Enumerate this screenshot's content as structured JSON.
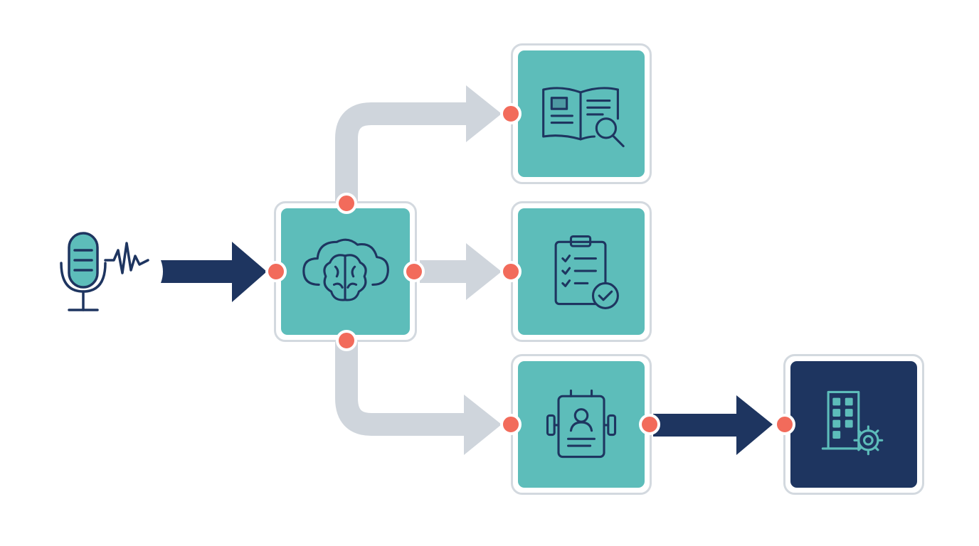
{
  "colors": {
    "teal": "#5dbdba",
    "navy": "#1e3560",
    "connector_gray": "#cfd5dc",
    "node_border": "#d3d9df",
    "port_red": "#f26b5b"
  },
  "nodes": [
    {
      "id": "voice-input",
      "icon": "microphone-waveform-icon"
    },
    {
      "id": "ai-brain",
      "icon": "cloud-brain-icon"
    },
    {
      "id": "knowledge",
      "icon": "book-search-icon"
    },
    {
      "id": "checklist",
      "icon": "clipboard-check-icon"
    },
    {
      "id": "profile",
      "icon": "id-badge-icon"
    },
    {
      "id": "enterprise",
      "icon": "building-gear-icon"
    }
  ]
}
